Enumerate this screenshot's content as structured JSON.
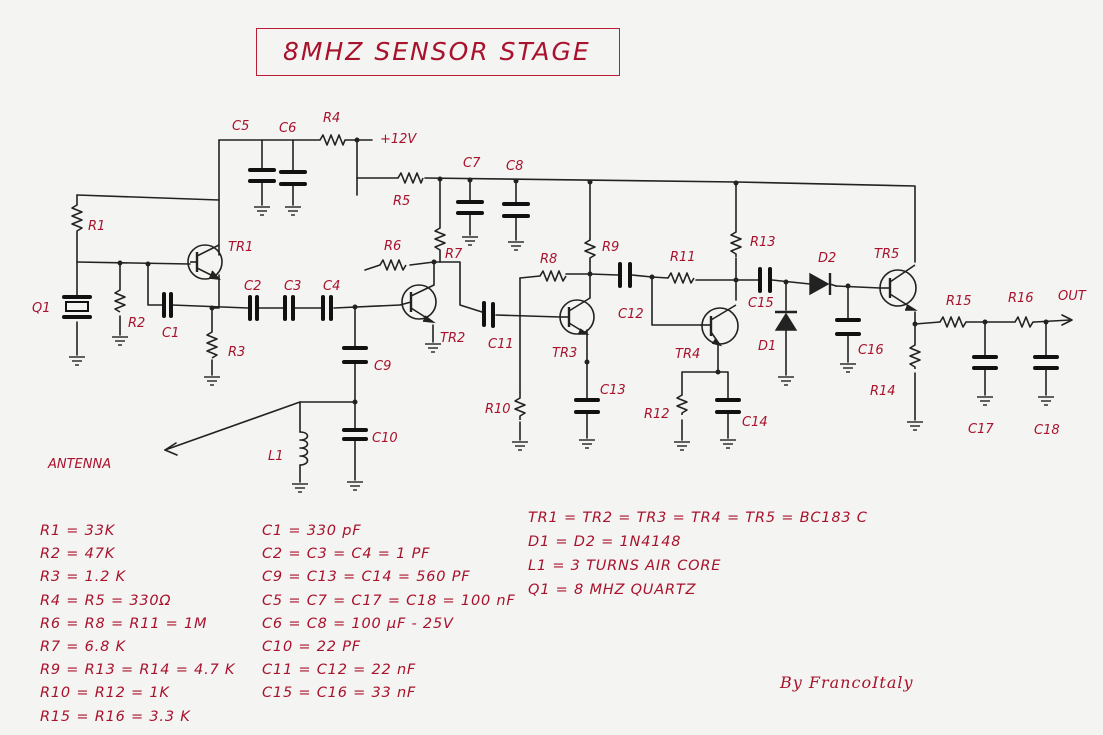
{
  "title": "8MHZ SENSOR STAGE",
  "credit": "By FrancoItaly",
  "labels": {
    "C5": "C5",
    "C6": "C6",
    "R4": "R4",
    "supply": "+12V",
    "R5": "R5",
    "C7": "C7",
    "C8": "C8",
    "R1": "R1",
    "TR1": "TR1",
    "R6": "R6",
    "R7": "R7",
    "R8": "R8",
    "R9": "R9",
    "R11": "R11",
    "R13": "R13",
    "D2": "D2",
    "TR5": "TR5",
    "Q1": "Q1",
    "R2": "R2",
    "C1": "C1",
    "C2": "C2",
    "C3": "C3",
    "C4": "C4",
    "R3": "R3",
    "TR2": "TR2",
    "C11": "C11",
    "TR3": "TR3",
    "C12": "C12",
    "TR4": "TR4",
    "C15": "C15",
    "D1": "D1",
    "C16": "C16",
    "R15": "R15",
    "R16": "R16",
    "OUT": "OUT",
    "R14": "R14",
    "C9": "C9",
    "C13": "C13",
    "R10": "R10",
    "R12": "R12",
    "C14": "C14",
    "C17": "C17",
    "C18": "C18",
    "L1": "L1",
    "C10": "C10",
    "ANTENNA": "ANTENNA"
  },
  "values_resistors": [
    "R1 = 33K",
    "R2 = 47K",
    "R3 = 1.2 K",
    "R4 = R5 = 330Ω",
    "R6 = R8 = R11 = 1M",
    "R7 = 6.8 K",
    "R9 = R13 = R14 = 4.7 K",
    "R10 = R12 = 1K",
    "R15 = R16 = 3.3 K"
  ],
  "values_capacitors": [
    "C1 = 330 pF",
    "C2 = C3 = C4 = 1 PF",
    "C9 = C13 = C14 = 560 PF",
    "C5 = C7 = C17 = C18 = 100 nF",
    "C6 = C8 = 100 μF - 25V",
    "C10 = 22 PF",
    "C11 = C12 = 22 nF",
    "C15 = C16 = 33 nF"
  ],
  "values_semis": [
    "TR1 = TR2 = TR3 = TR4 = TR5 = BC183 C",
    "D1 = D2 = 1N4148",
    "L1 = 3 TURNS AIR CORE",
    "Q1 = 8 MHZ QUARTZ"
  ]
}
